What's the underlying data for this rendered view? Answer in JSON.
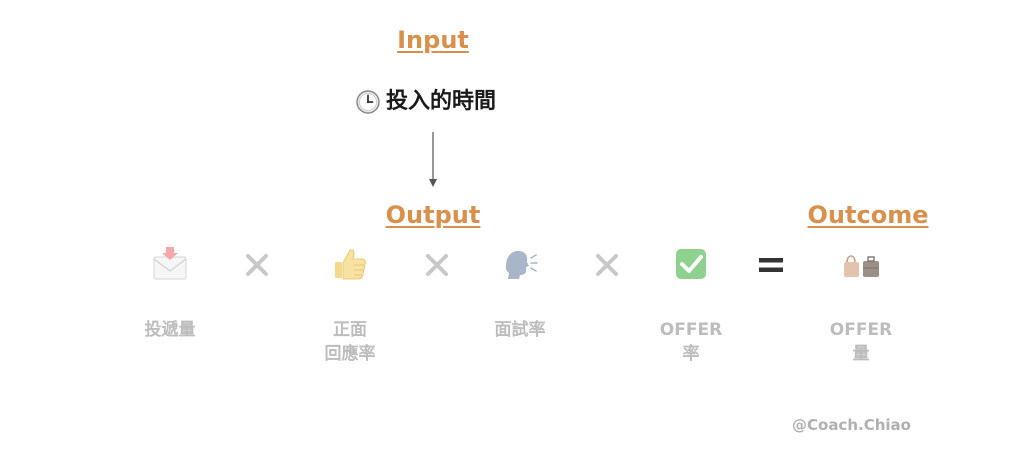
{
  "headings": {
    "input": "Input",
    "output": "Output",
    "outcome": "Outcome"
  },
  "input": {
    "icon": "clock-icon",
    "label": "投入的時間"
  },
  "items": [
    {
      "icon": "inbox-envelope-icon",
      "lines": [
        "投遞量"
      ]
    },
    {
      "icon": "thumbs-up-icon",
      "lines": [
        "正面",
        "回應率"
      ]
    },
    {
      "icon": "speaking-head-icon",
      "lines": [
        "面試率"
      ]
    },
    {
      "icon": "check-mark-icon",
      "lines": [
        "OFFER",
        "率"
      ]
    },
    {
      "icon": "handbag-briefcase-icon",
      "lines": [
        "OFFER",
        "量"
      ]
    }
  ],
  "operators": [
    "multiply-icon",
    "multiply-icon",
    "multiply-icon",
    "equals-icon"
  ],
  "colors": {
    "heading": "#d9904a",
    "label": "#bdbdbd",
    "operator": "#c8c8c8",
    "equals": "#333333",
    "check": "#5cb85c"
  },
  "credit": "@Coach.Chiao"
}
